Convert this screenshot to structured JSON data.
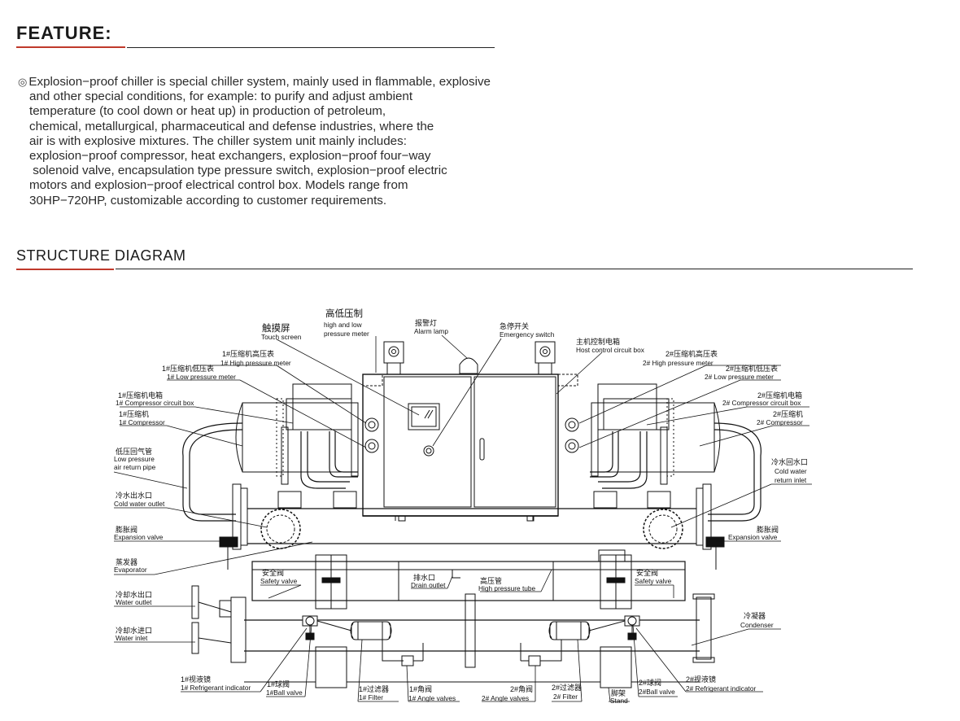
{
  "feature": {
    "title": "FEATURE:",
    "bullet": "◎",
    "lines": [
      "Explosion−proof chiller is special chiller system, mainly used in flammable, explosive",
      "and other special conditions, for example: to purify and adjust ambient",
      "temperature (to cool down or heat up) in production of petroleum,",
      "chemical, metallurgical, pharmaceutical and defense industries, where the",
      "air is with explosive mixtures. The chiller system unit mainly includes:",
      "explosion−proof compressor, heat exchangers, explosion−proof four−way",
      " solenoid valve, encapsulation type pressure switch, explosion−proof electric",
      "motors and explosion−proof electrical control box. Models range from",
      "30HP−720HP, customizable according to customer requirements."
    ]
  },
  "structure": {
    "title": "STRUCTURE DIAGRAM"
  },
  "labels": {
    "hl_pressure_cn": "高低压制",
    "hl_pressure_en1": "high and low",
    "hl_pressure_en2": "pressure meter",
    "touch_cn": "触摸屏",
    "touch_en": "Touch screen",
    "alarm_cn": "报警灯",
    "alarm_en": "Alarm lamp",
    "estop_cn": "急停开关",
    "estop_en": "Emergency switch",
    "host_cn": "主机控制电箱",
    "host_en": "Host control circuit box",
    "c1_hp_cn": "1#压缩机高压表",
    "c1_hp_en": "1# High pressure meter",
    "c1_lp_cn": "1#压缩机低压表",
    "c1_lp_en": "1# Low pressure meter",
    "c1_box_cn": "1#压缩机电箱",
    "c1_box_en": "1# Compressor circuit box",
    "c1_cn": "1#压缩机",
    "c1_en": "1# Compressor",
    "lp_return_cn": "低压回气管",
    "lp_return_en1": "Low pressure",
    "lp_return_en2": "air return pipe",
    "cold_out_cn": "冷水出水口",
    "cold_out_en": "Cold water outlet",
    "exp_l_cn": "膨胀阀",
    "exp_l_en": "Expansion valve",
    "evap_cn": "蒸发器",
    "evap_en": "Evaporator",
    "cw_out_cn": "冷却水出口",
    "cw_out_en": "Water outlet",
    "cw_in_cn": "冷却水进口",
    "cw_in_en": "Water inlet",
    "c2_hp_cn": "2#压缩机高压表",
    "c2_hp_en": "2# High pressure meter",
    "c2_lp_cn": "2#压缩机低压表",
    "c2_lp_en": "2# Low pressure meter",
    "c2_box_cn": "2#压缩机电箱",
    "c2_box_en": "2# Compressor circuit box",
    "c2_cn": "2#压缩机",
    "c2_en": "2# Compressor",
    "cold_ret_cn": "冷水回水口",
    "cold_ret_en1": "Cold water",
    "cold_ret_en2": "return inlet",
    "exp_r_cn": "膨胀阀",
    "exp_r_en": "Expansion valve",
    "safety_l_cn": "安全阀",
    "safety_l_en": "Safety valve",
    "drain_cn": "排水口",
    "drain_en": "Drain outlet",
    "hp_tube_cn": "高压管",
    "hp_tube_en": "High pressure tube",
    "safety_r_cn": "安全阀",
    "safety_r_en": "Safety valve",
    "condenser_cn": "冷凝器",
    "condenser_en": "Condenser",
    "ri1_cn": "1#视液镜",
    "ri1_en": "1# Refrigerant indicator",
    "bv1_cn": "1#球阀",
    "bv1_en": "1#Ball valve",
    "f1_cn": "1#过滤器",
    "f1_en": "1# Filter",
    "av1_cn": "1#角阀",
    "av1_en": "1# Angle valves",
    "av2_cn": "2#角阀",
    "av2_en": "2# Angle valves",
    "f2_cn": "2#过滤器",
    "f2_en": "2# Filter",
    "stand_cn": "脚架",
    "stand_en": "Stand",
    "bv2_cn": "2#球阀",
    "bv2_en": "2#Ball valve",
    "ri2_cn": "2#视液镜",
    "ri2_en": "2# Refrigerant indicator"
  }
}
